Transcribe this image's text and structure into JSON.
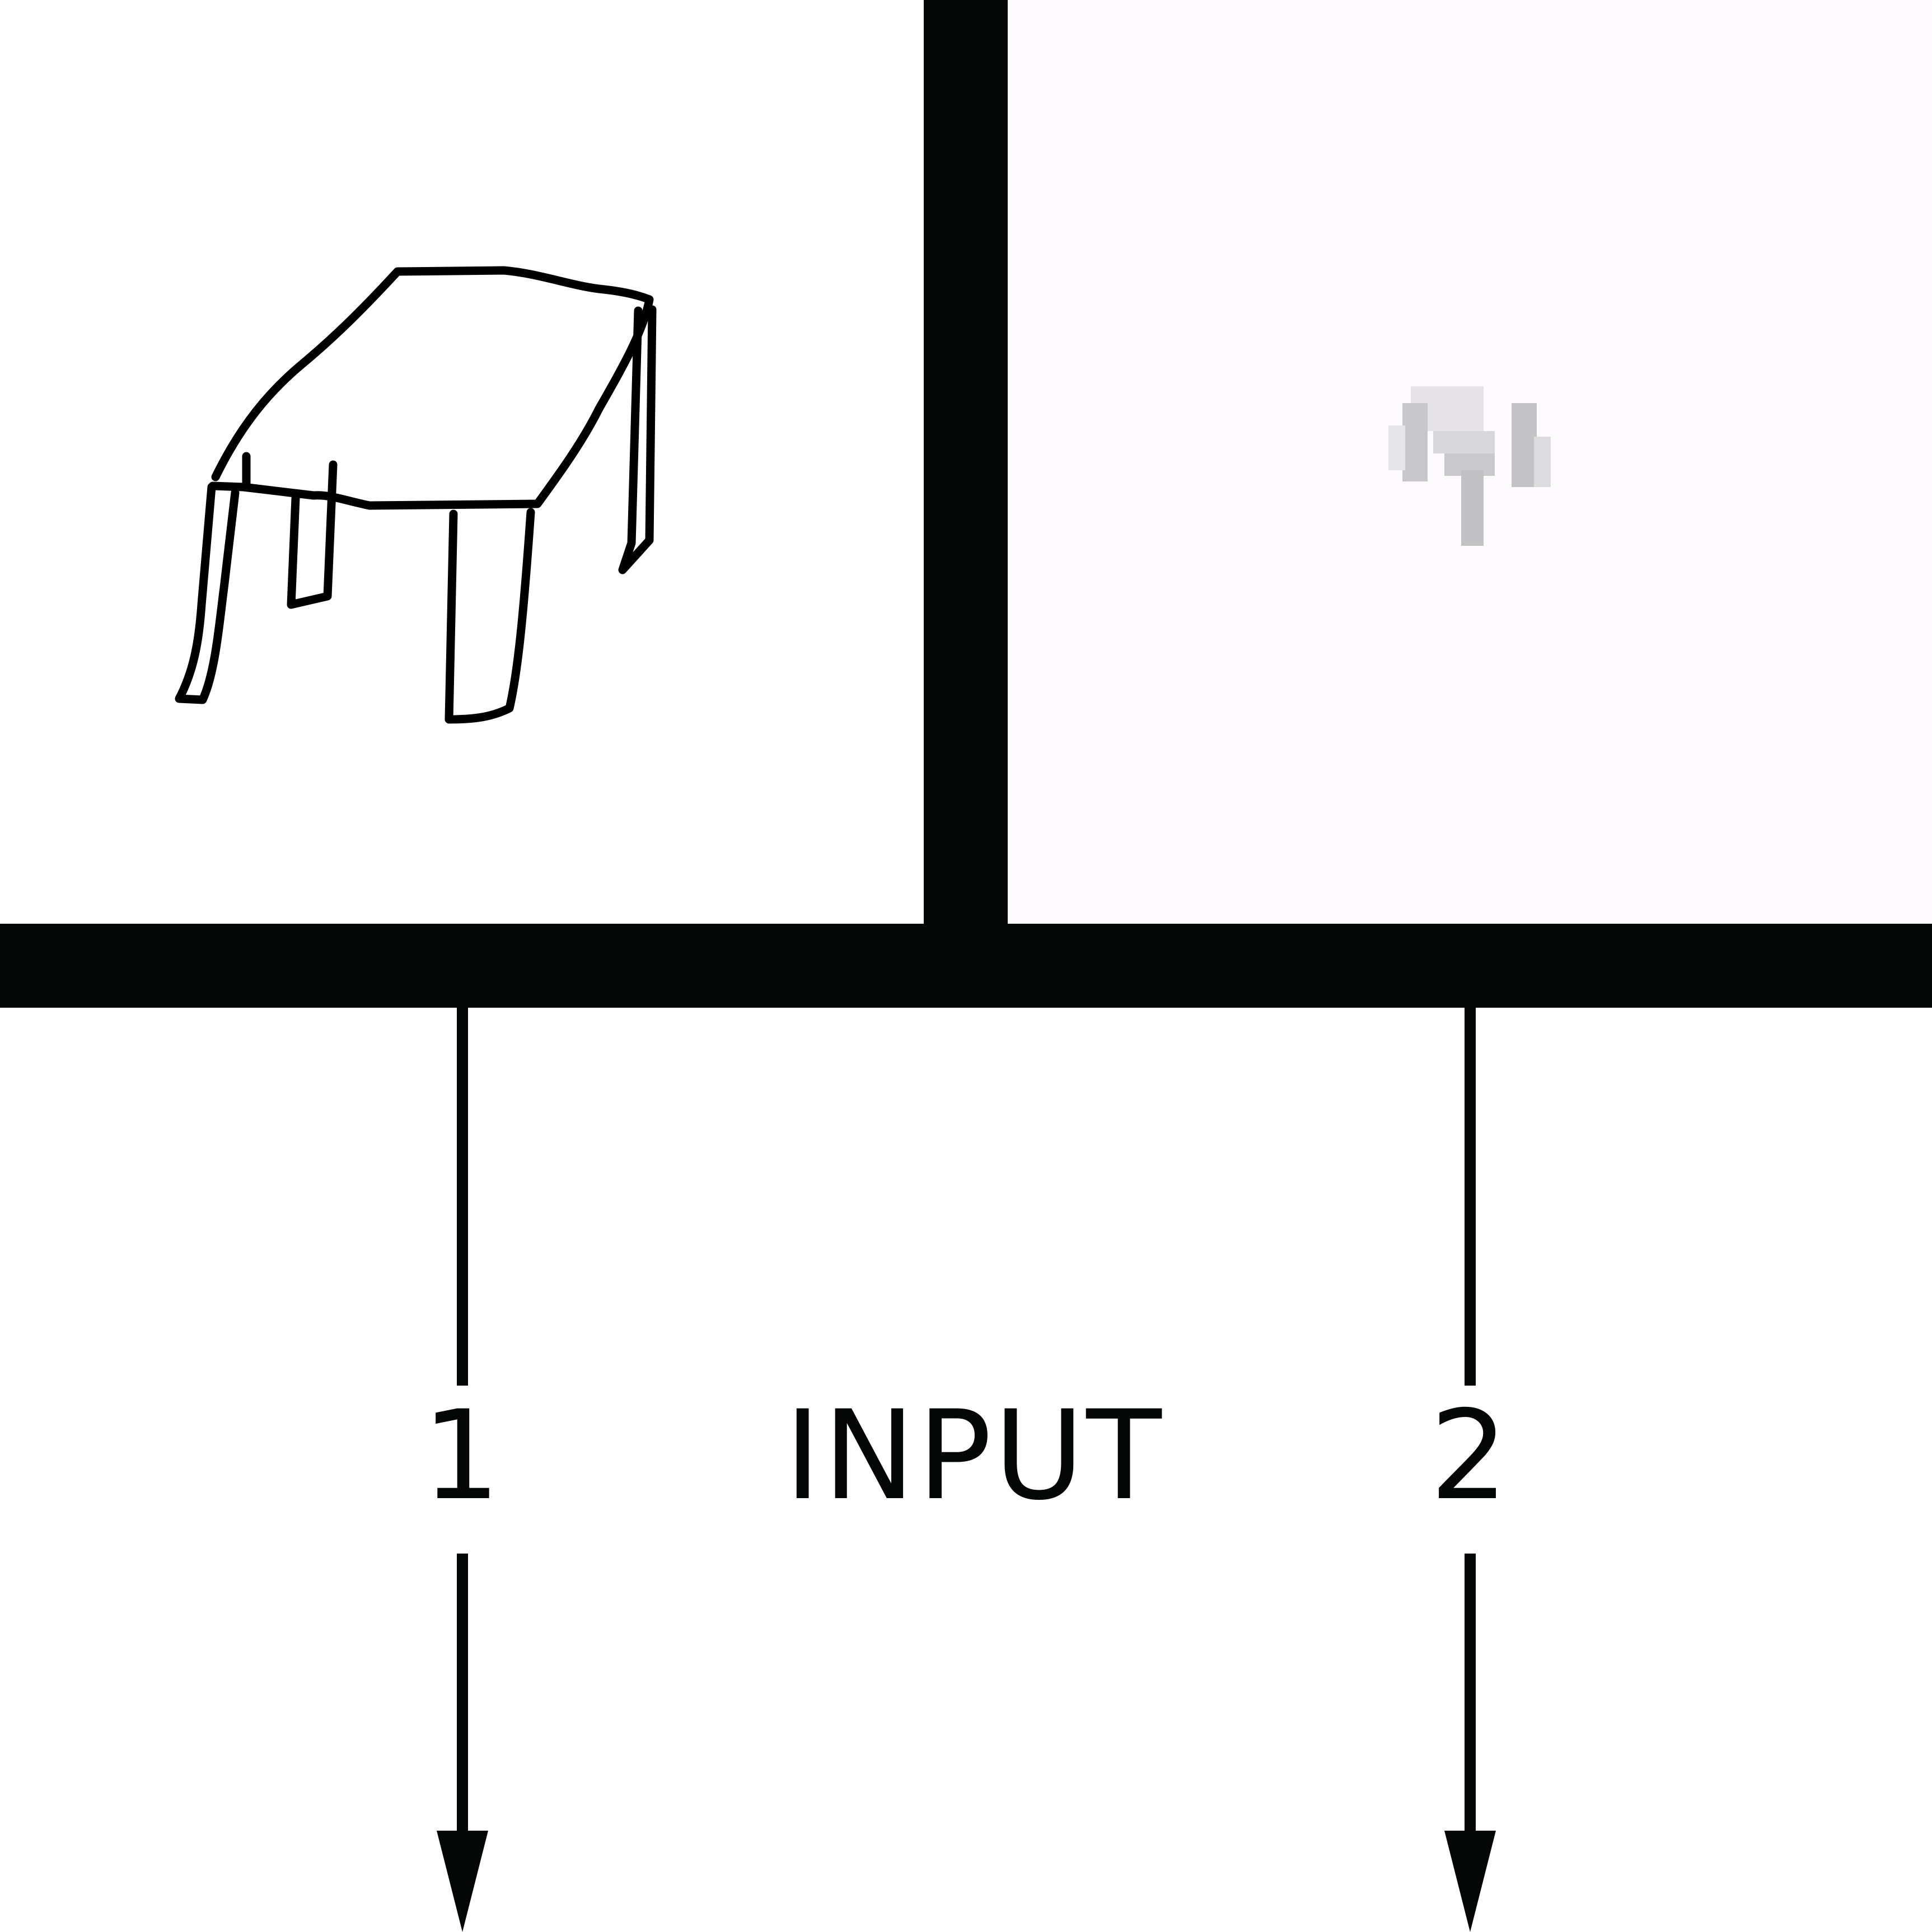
{
  "labels": {
    "branch_1": "1",
    "center": "INPUT",
    "branch_2": "2"
  },
  "panels": {
    "left": {
      "content": "table-sketch-icon"
    },
    "right": {
      "content": "blurred-thumbnail-icon"
    }
  },
  "colors": {
    "bar": "#050707",
    "background": "#ffffff",
    "right_panel_bg": "#fdfbfd",
    "sketch_stroke": "#000000"
  }
}
